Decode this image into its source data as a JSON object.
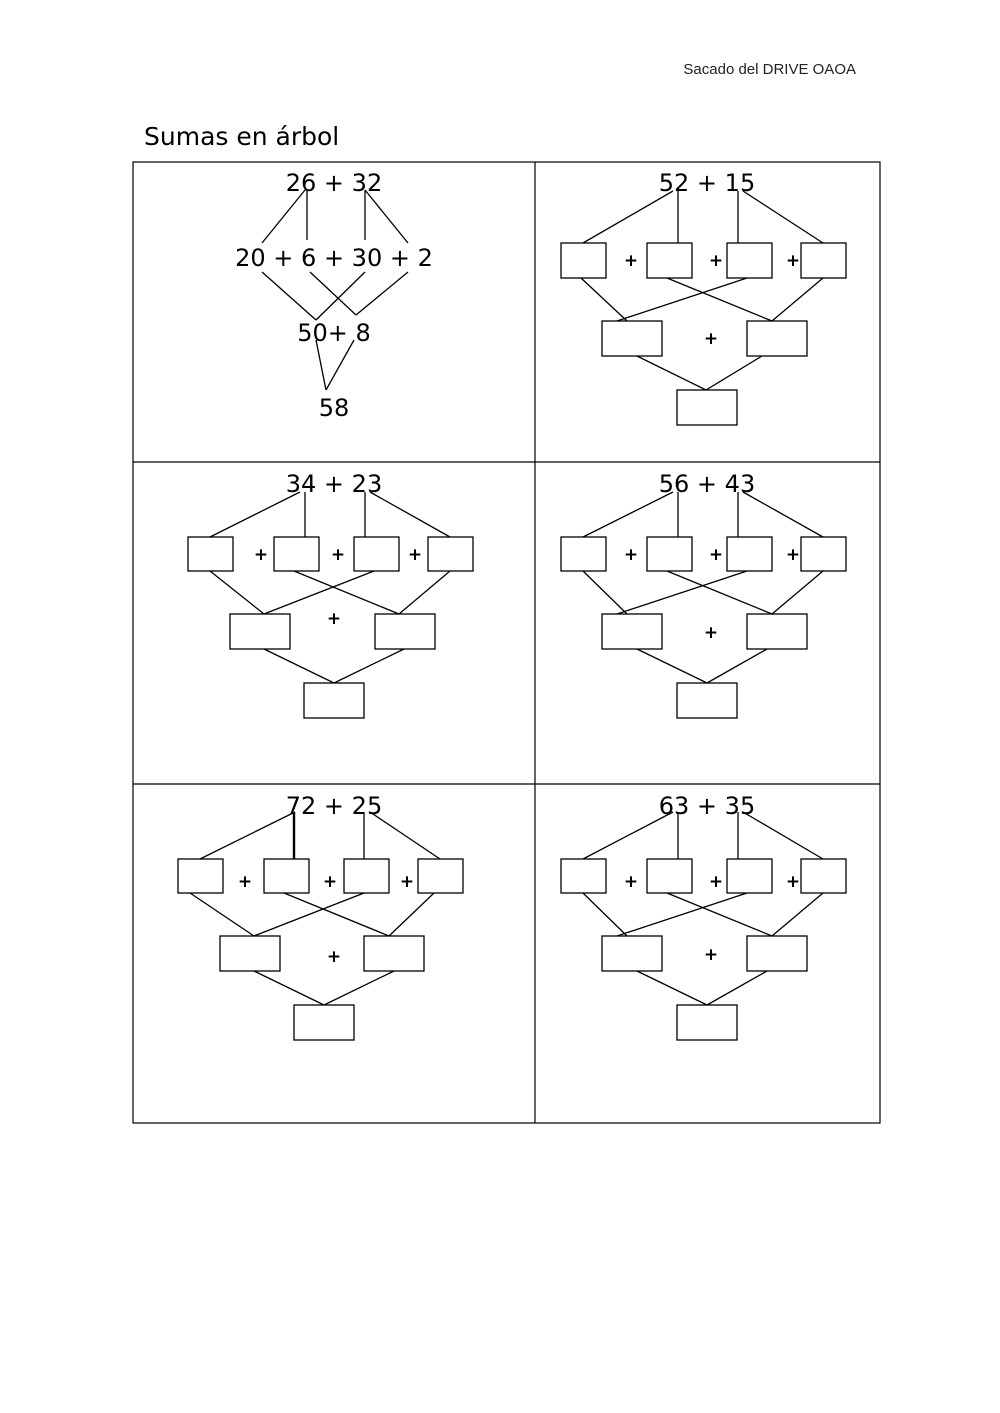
{
  "header_note": "Sacado del DRIVE OAOA",
  "title": "Sumas en árbol",
  "example": {
    "problem": "26 + 32",
    "decomposition": "20 + 6 + 30 + 2",
    "partial_sum": "50+ 8",
    "result": "58"
  },
  "exercises": [
    {
      "problem": "52 + 15"
    },
    {
      "problem": "34 + 23"
    },
    {
      "problem": "56 + 43"
    },
    {
      "problem": "72 + 25"
    },
    {
      "problem": "63 + 35"
    }
  ],
  "plus_sign": "+"
}
